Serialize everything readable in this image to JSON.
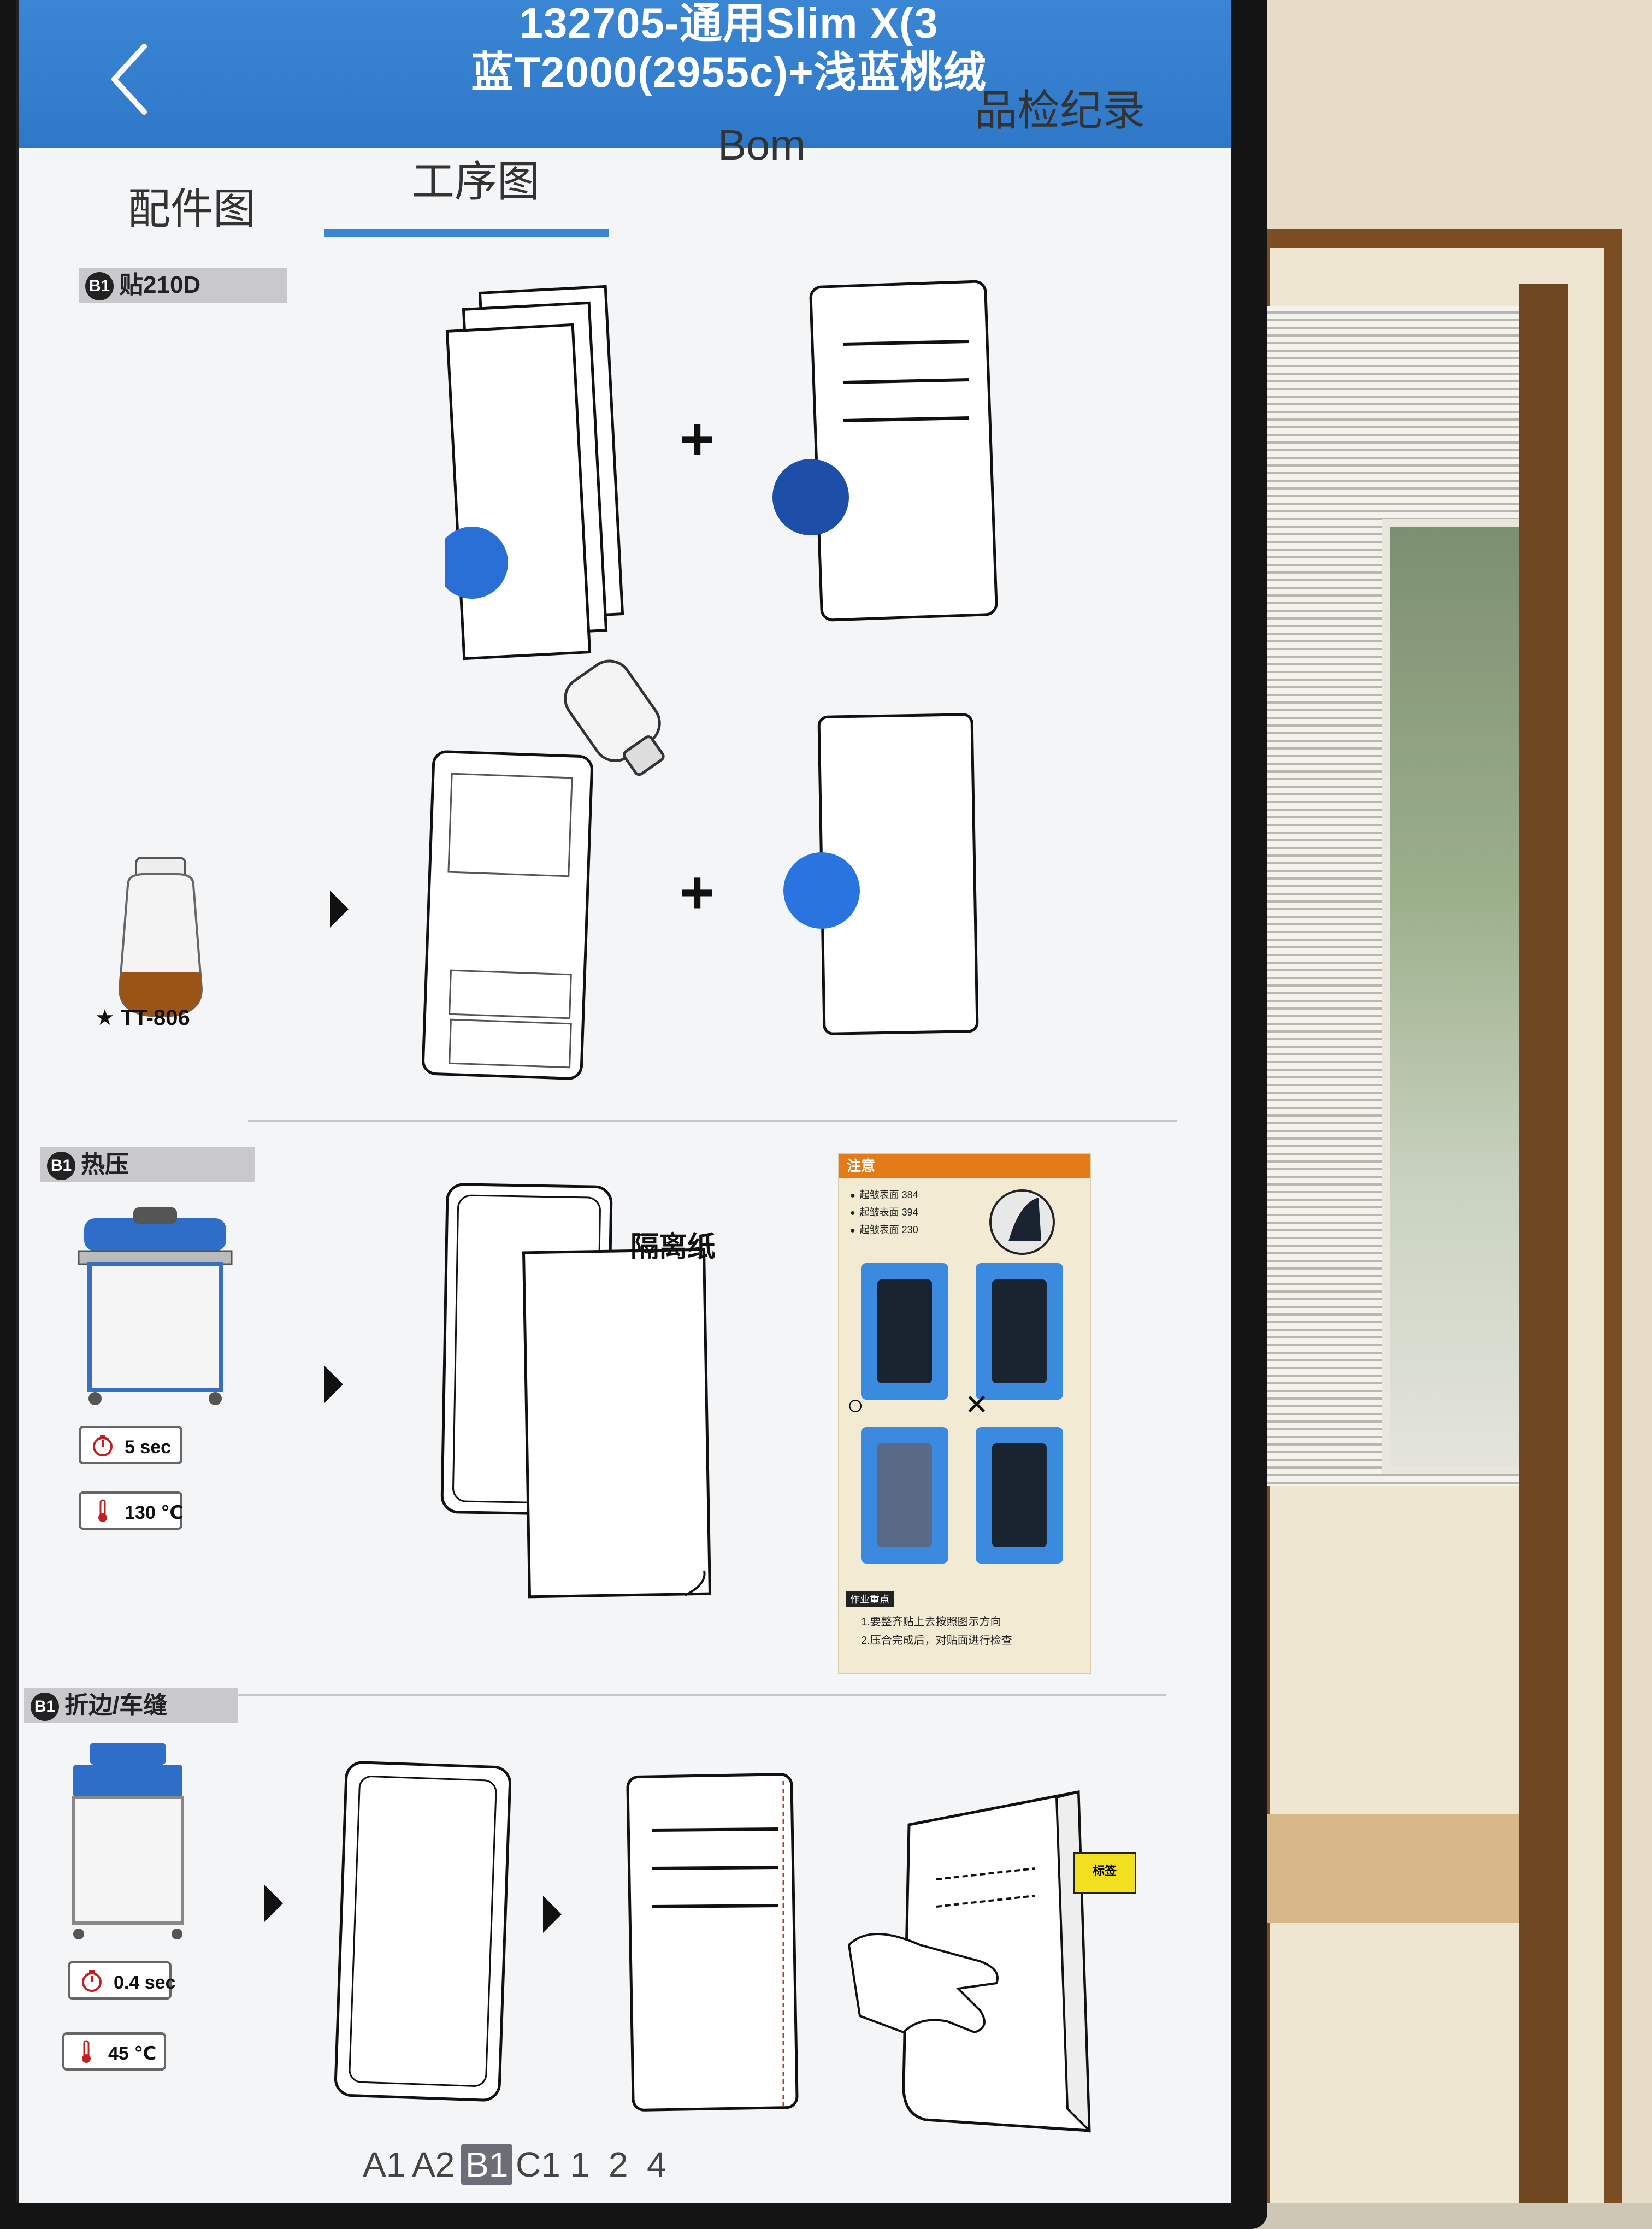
{
  "header": {
    "title_line1": "132705-通用Slim X(3",
    "title_line2": "蓝T2000(2955c)+浅蓝桃绒"
  },
  "tabs": [
    {
      "label": "配件图",
      "active": false
    },
    {
      "label": "工序图",
      "active": true
    },
    {
      "label": "Bom",
      "active": false
    },
    {
      "label": "品检纪录",
      "active": false
    }
  ],
  "sections": [
    {
      "label": "贴210D",
      "step_num": "B1",
      "glue_label": "★ TT-806"
    },
    {
      "label": "热压",
      "step_num": "B1",
      "time_value": "5 sec",
      "temp_value": "130 ℃",
      "paper_label": "隔离纸",
      "card": {
        "header": "注意",
        "bullets": [
          "起皱表面 384",
          "起皱表面 394",
          "起皱表面 230"
        ],
        "ok_mark": "○",
        "ng_mark": "✕",
        "foot_tag": "作业重点",
        "foot_lines": [
          "1.要整齐贴上去按照图示方向",
          "2.压合完成后，对贴面进行检查"
        ]
      }
    },
    {
      "label": "折边/车缝",
      "step_num": "B1",
      "time_value": "0.4 sec",
      "temp_value": "45 ℃",
      "yellow_tag": "标签"
    }
  ],
  "pager": {
    "items": [
      {
        "label": "A1",
        "active": false
      },
      {
        "label": "A2",
        "active": false
      },
      {
        "label": "B1",
        "active": true
      },
      {
        "label": "C1",
        "active": false
      },
      {
        "label": "1",
        "active": false
      },
      {
        "label": "2",
        "active": false
      },
      {
        "label": "4",
        "active": false
      }
    ]
  },
  "colors": {
    "header_blue": "#3a86d4",
    "dot_blue": "#2a6fd6",
    "card_orange": "#e37b18"
  }
}
